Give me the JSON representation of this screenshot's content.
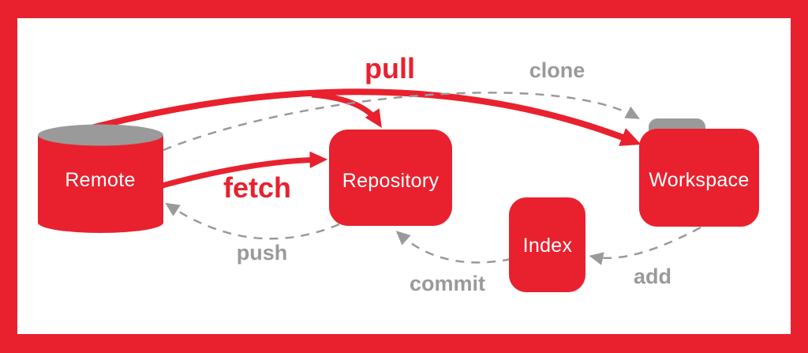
{
  "colors": {
    "brand_red": "#e9212e",
    "gray": "#9a9a9a",
    "white": "#ffffff",
    "canvas": "#ffffff"
  },
  "nodes": {
    "remote": {
      "label": "Remote",
      "shape": "database-cylinder"
    },
    "repository": {
      "label": "Repository",
      "shape": "rounded-rect"
    },
    "index": {
      "label": "Index",
      "shape": "rounded-rect"
    },
    "workspace": {
      "label": "Workspace",
      "shape": "folder"
    }
  },
  "edges": {
    "pull": {
      "label": "pull",
      "from": "remote",
      "to": "workspace",
      "style": "solid-red",
      "also_points_to": "repository"
    },
    "clone": {
      "label": "clone",
      "from": "remote",
      "to": "workspace",
      "style": "dashed-gray"
    },
    "fetch": {
      "label": "fetch",
      "from": "remote",
      "to": "repository",
      "style": "solid-red"
    },
    "push": {
      "label": "push",
      "from": "repository",
      "to": "remote",
      "style": "dashed-gray"
    },
    "commit": {
      "label": "commit",
      "from": "index",
      "to": "repository",
      "style": "dashed-gray"
    },
    "add": {
      "label": "add",
      "from": "workspace",
      "to": "index",
      "style": "dashed-gray"
    }
  }
}
